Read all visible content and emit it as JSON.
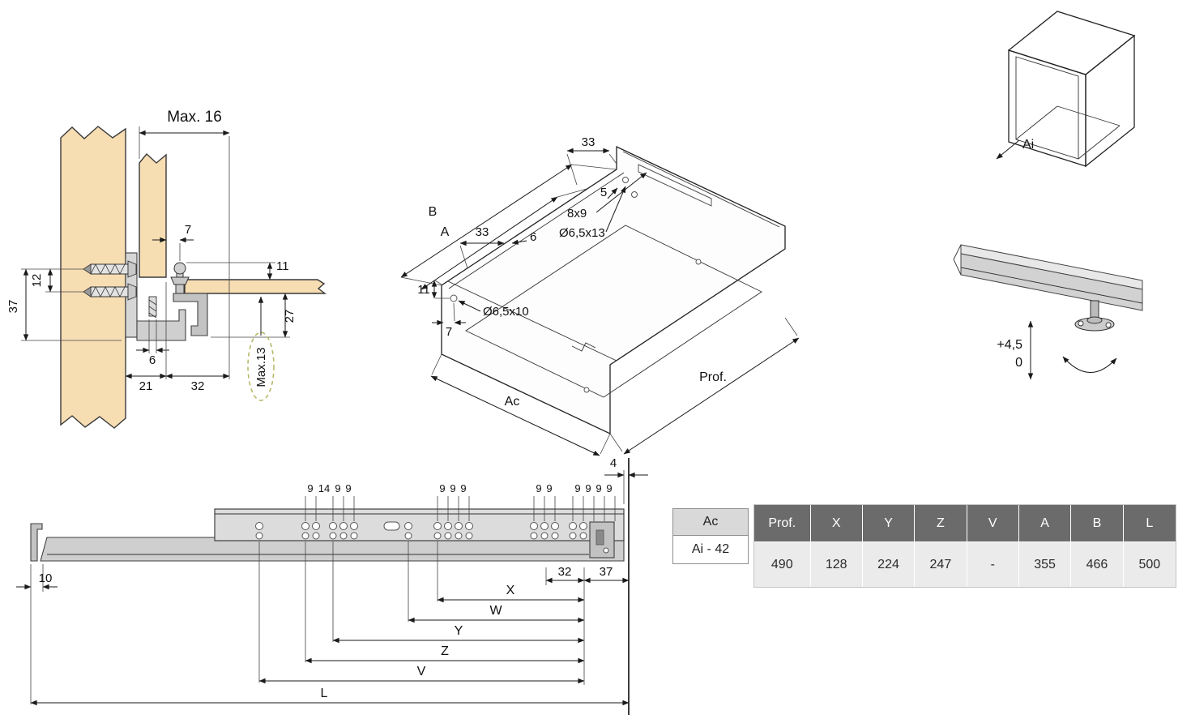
{
  "section": {
    "max16": "Max. 16",
    "d7": "7",
    "d11": "11",
    "d12": "12",
    "d37": "37",
    "d27": "27",
    "d6": "6",
    "d21": "21",
    "d32": "32",
    "max13": "Max.13"
  },
  "iso": {
    "d33_top": "33",
    "d5": "5",
    "slot": "8x9",
    "hole_back": "Ø6,5x13",
    "dim_b": "B",
    "dim_a": "A",
    "d33_side": "33",
    "d6": "6",
    "d11": "11",
    "hole_side": "Ø6,5x10",
    "d7": "7",
    "width": "Ac",
    "depth": "Prof."
  },
  "cabinet": {
    "inner_width": "Ai"
  },
  "adjustment": {
    "max": "+4,5",
    "min": "0"
  },
  "rail": {
    "spacing_group1": [
      "9",
      "14",
      "9",
      "9"
    ],
    "spacing_group2": [
      "9",
      "9",
      "9"
    ],
    "spacing_group3": [
      "9",
      "9"
    ],
    "spacing_group4": [
      "9",
      "9",
      "9",
      "9"
    ],
    "d4": "4",
    "d10": "10",
    "d32": "32",
    "d37": "37",
    "dim_x": "X",
    "dim_w": "W",
    "dim_y": "Y",
    "dim_z": "Z",
    "dim_v": "V",
    "dim_l": "L"
  },
  "ac_table": {
    "header": "Ac",
    "value": "Ai - 42"
  },
  "spec_table": {
    "headers": [
      "Prof.",
      "X",
      "Y",
      "Z",
      "V",
      "A",
      "B",
      "L"
    ],
    "values": [
      "490",
      "128",
      "224",
      "247",
      "-",
      "355",
      "466",
      "500"
    ]
  },
  "colors": {
    "wood": "#f7ddb2",
    "metal": "#d6d6d6",
    "table_header_bg": "#6b6b6b",
    "table_value_bg": "#ebebeb",
    "highlight_ellipse": "#b9b96a"
  }
}
